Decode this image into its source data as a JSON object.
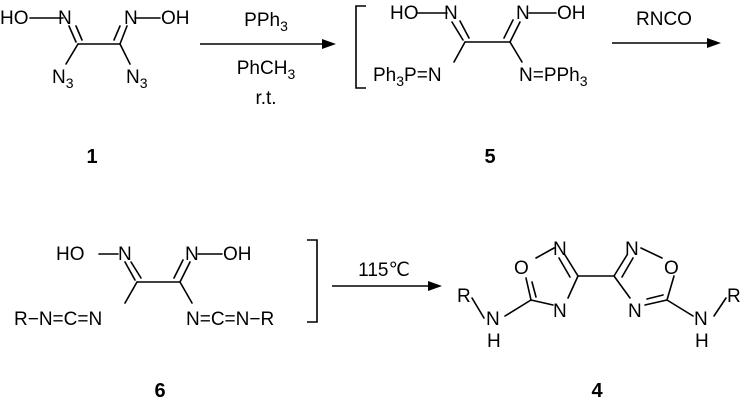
{
  "scheme": {
    "step1": {
      "reagent": "PPh3",
      "solvent": "PhCH3",
      "condition": "r.t."
    },
    "step2": {
      "reagent": "RNCO"
    },
    "step3": {
      "condition": "115℃"
    }
  },
  "compounds": [
    {
      "number": "1"
    },
    {
      "number": "5"
    },
    {
      "number": "6"
    },
    {
      "number": "4"
    }
  ],
  "labels": {
    "hydroxyimino_left": "HO",
    "hydroxyimino_right": "OH",
    "azide": "N3",
    "phosphinimine_left": "Ph3P=N",
    "phosphinimine_right": "N=PPh3",
    "carbodiimide_left": "R−N=C=N",
    "carbodiimide_right": "N=C=N−R",
    "oxygen": "O",
    "nitrogen": "N",
    "nh": "H",
    "r_group": "R"
  }
}
